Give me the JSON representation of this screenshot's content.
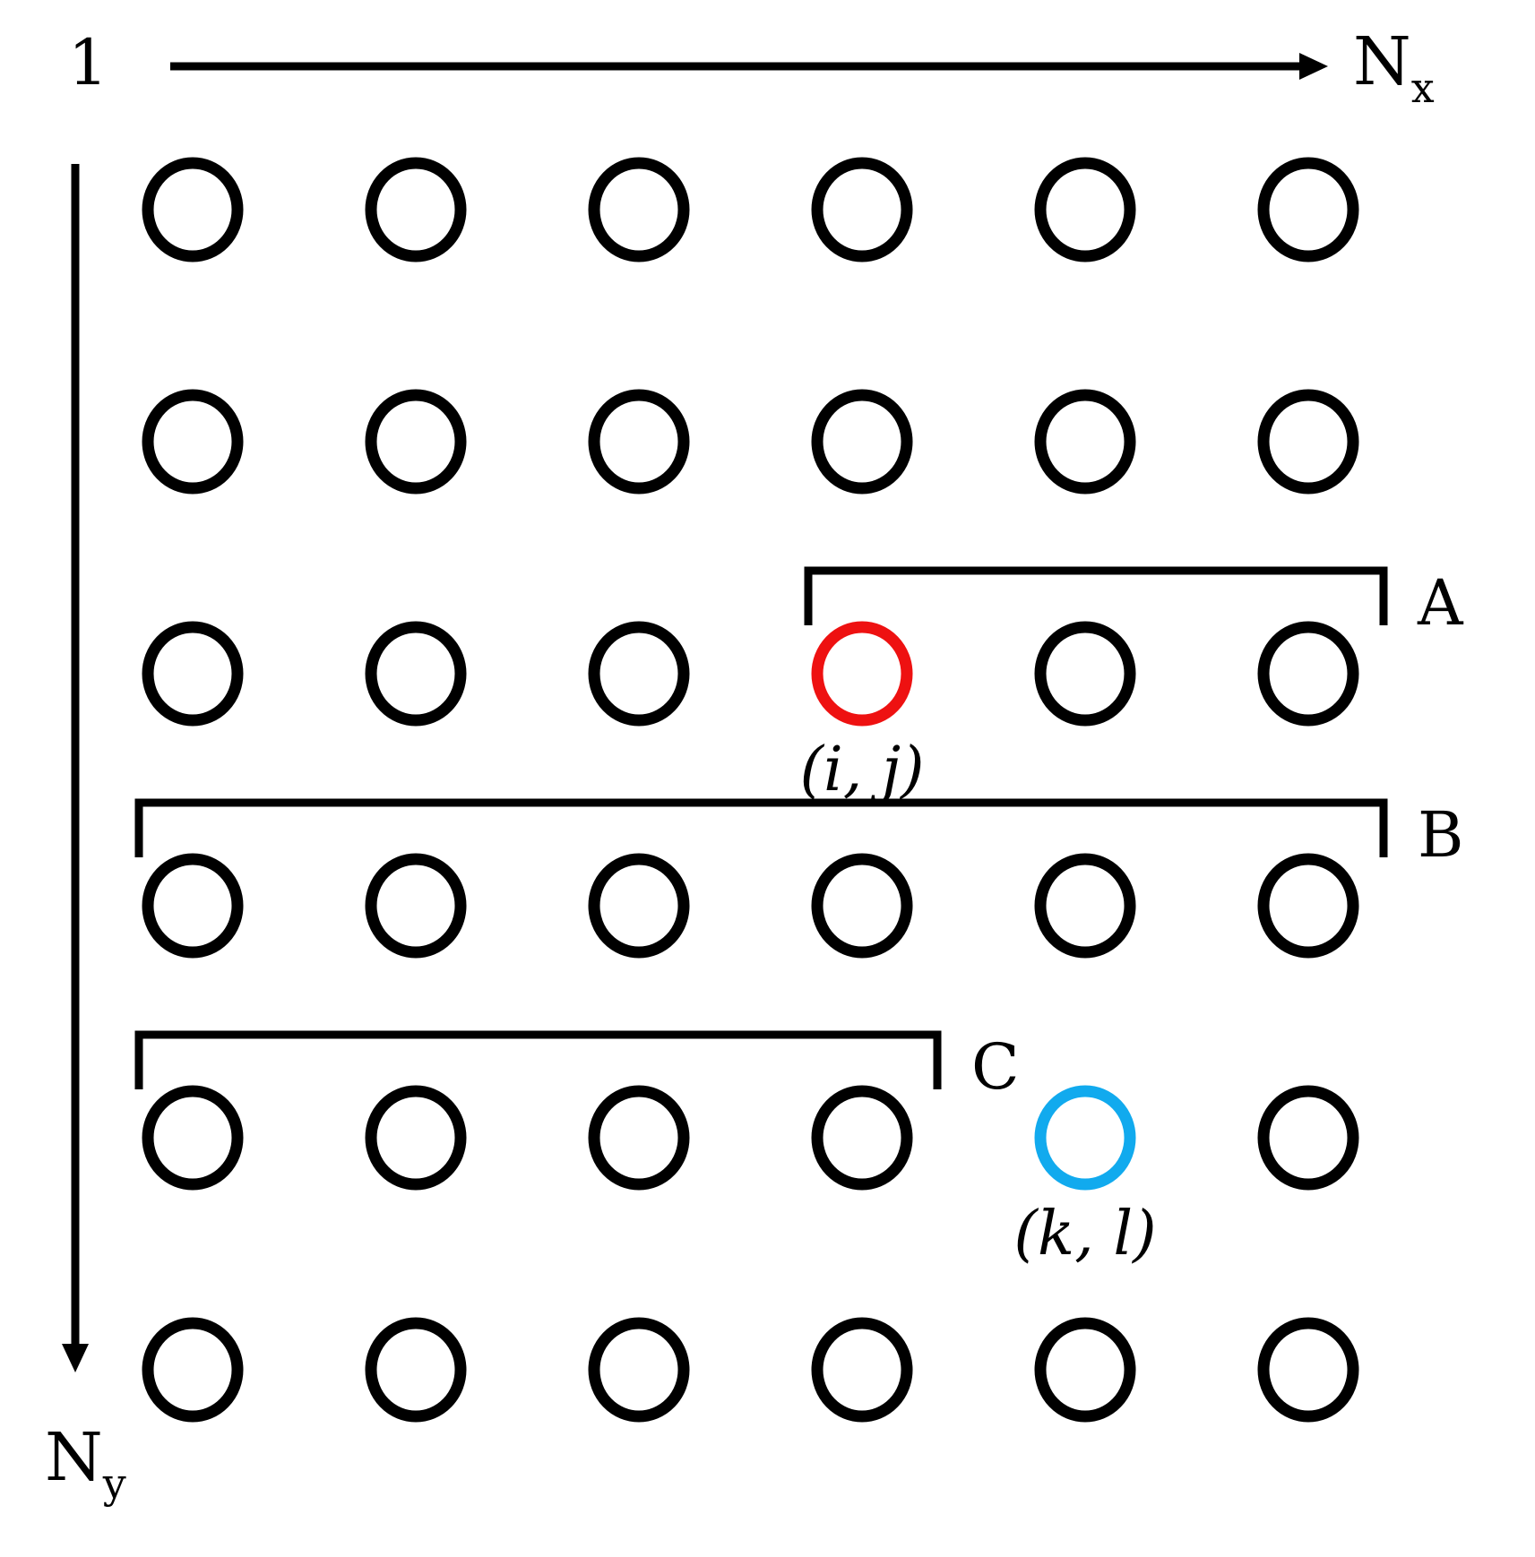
{
  "axes": {
    "origin_label": "1",
    "x_axis_label": "N",
    "x_axis_subscript": "x",
    "y_axis_label": "N",
    "y_axis_subscript": "y"
  },
  "grid": {
    "columns": 6,
    "rows": 6,
    "default_color": "#000000"
  },
  "highlighted_nodes": [
    {
      "id": "ij",
      "col": 4,
      "row": 3,
      "color": "#ee1111",
      "label": "(i, j)"
    },
    {
      "id": "kl",
      "col": 5,
      "row": 5,
      "color": "#11aaee",
      "label": "(k, l)"
    }
  ],
  "brackets": [
    {
      "id": "A",
      "label": "A",
      "row": 3,
      "from_col": 4,
      "to_col": 6
    },
    {
      "id": "B",
      "label": "B",
      "row": 4,
      "from_col": 1,
      "to_col": 6
    },
    {
      "id": "C",
      "label": "C",
      "row": 5,
      "from_col": 1,
      "to_col": 4
    }
  ]
}
